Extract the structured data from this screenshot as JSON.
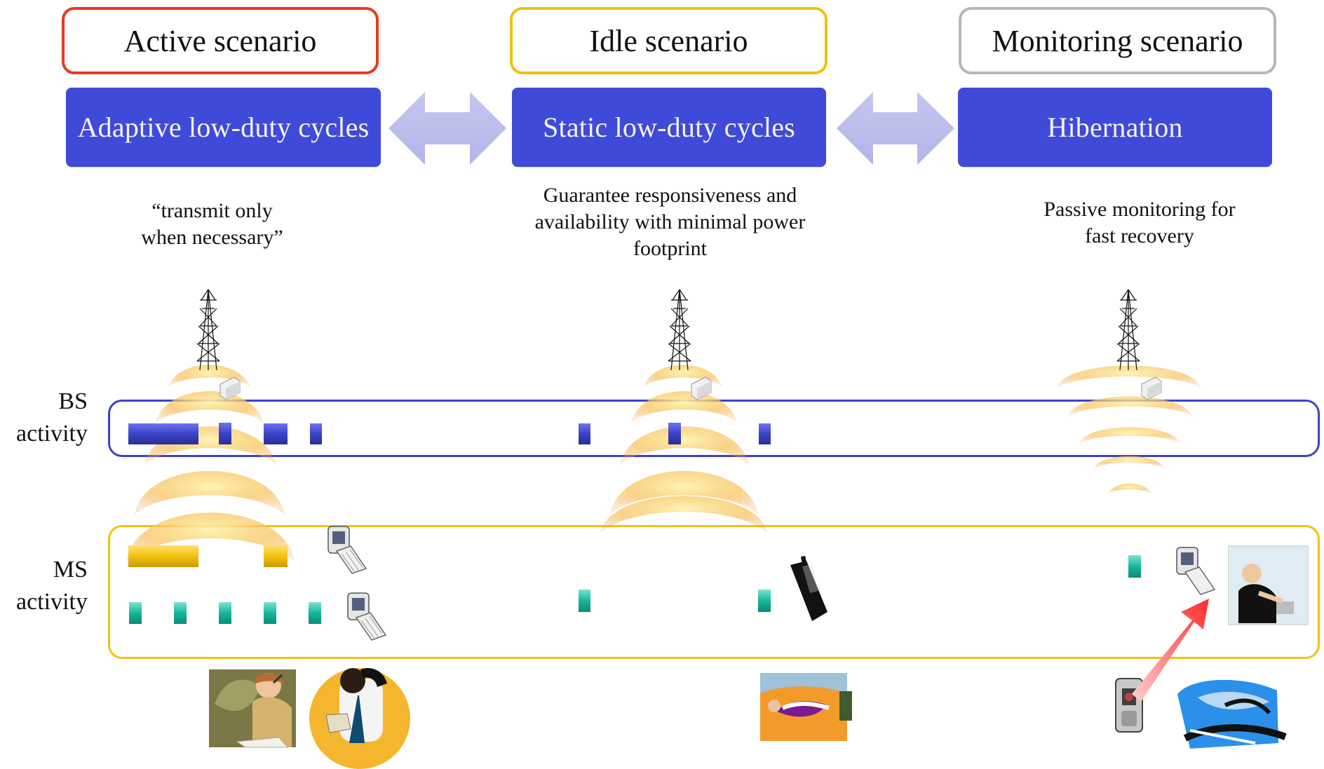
{
  "scenarios": {
    "active": "Active scenario",
    "idle": "Idle scenario",
    "monitoring": "Monitoring scenario"
  },
  "modes": {
    "adaptive": "Adaptive low-duty cycles",
    "static": "Static low-duty cycles",
    "hibernation": "Hibernation"
  },
  "descriptions": {
    "active": [
      "“transmit only",
      "when necessary”"
    ],
    "idle": [
      "Guarantee responsiveness and",
      "availability with minimal power",
      "footprint"
    ],
    "monitoring": [
      "Passive monitoring for",
      "fast recovery"
    ]
  },
  "rows": {
    "bs": [
      "BS",
      "activity"
    ],
    "ms": [
      "MS",
      "activity"
    ]
  },
  "colors": {
    "active_border": "#e83a21",
    "idle_border": "#f2c10f",
    "monitor_border": "#b7b7b7",
    "mode_fill": "#3f4bd8",
    "bs_band": "#3d42c7",
    "ms_band": "#f2c10f",
    "arrow_fill": "#b9bbe8",
    "bs_block": "#3b42c7",
    "ms_yellow": "#f3c20f",
    "ms_teal": "#16b79b",
    "signal_ring": "#f6c25b"
  },
  "icons": {
    "tower": "transmission-tower-icon",
    "phone": "mobile-phone-icon",
    "arrow": "bidirectional-arrow-icon",
    "person_call": "person-on-phone-icon",
    "person_sleep": "sleeping-person-icon",
    "person_work": "person-working-icon",
    "person_rest": "person-resting-icon"
  }
}
